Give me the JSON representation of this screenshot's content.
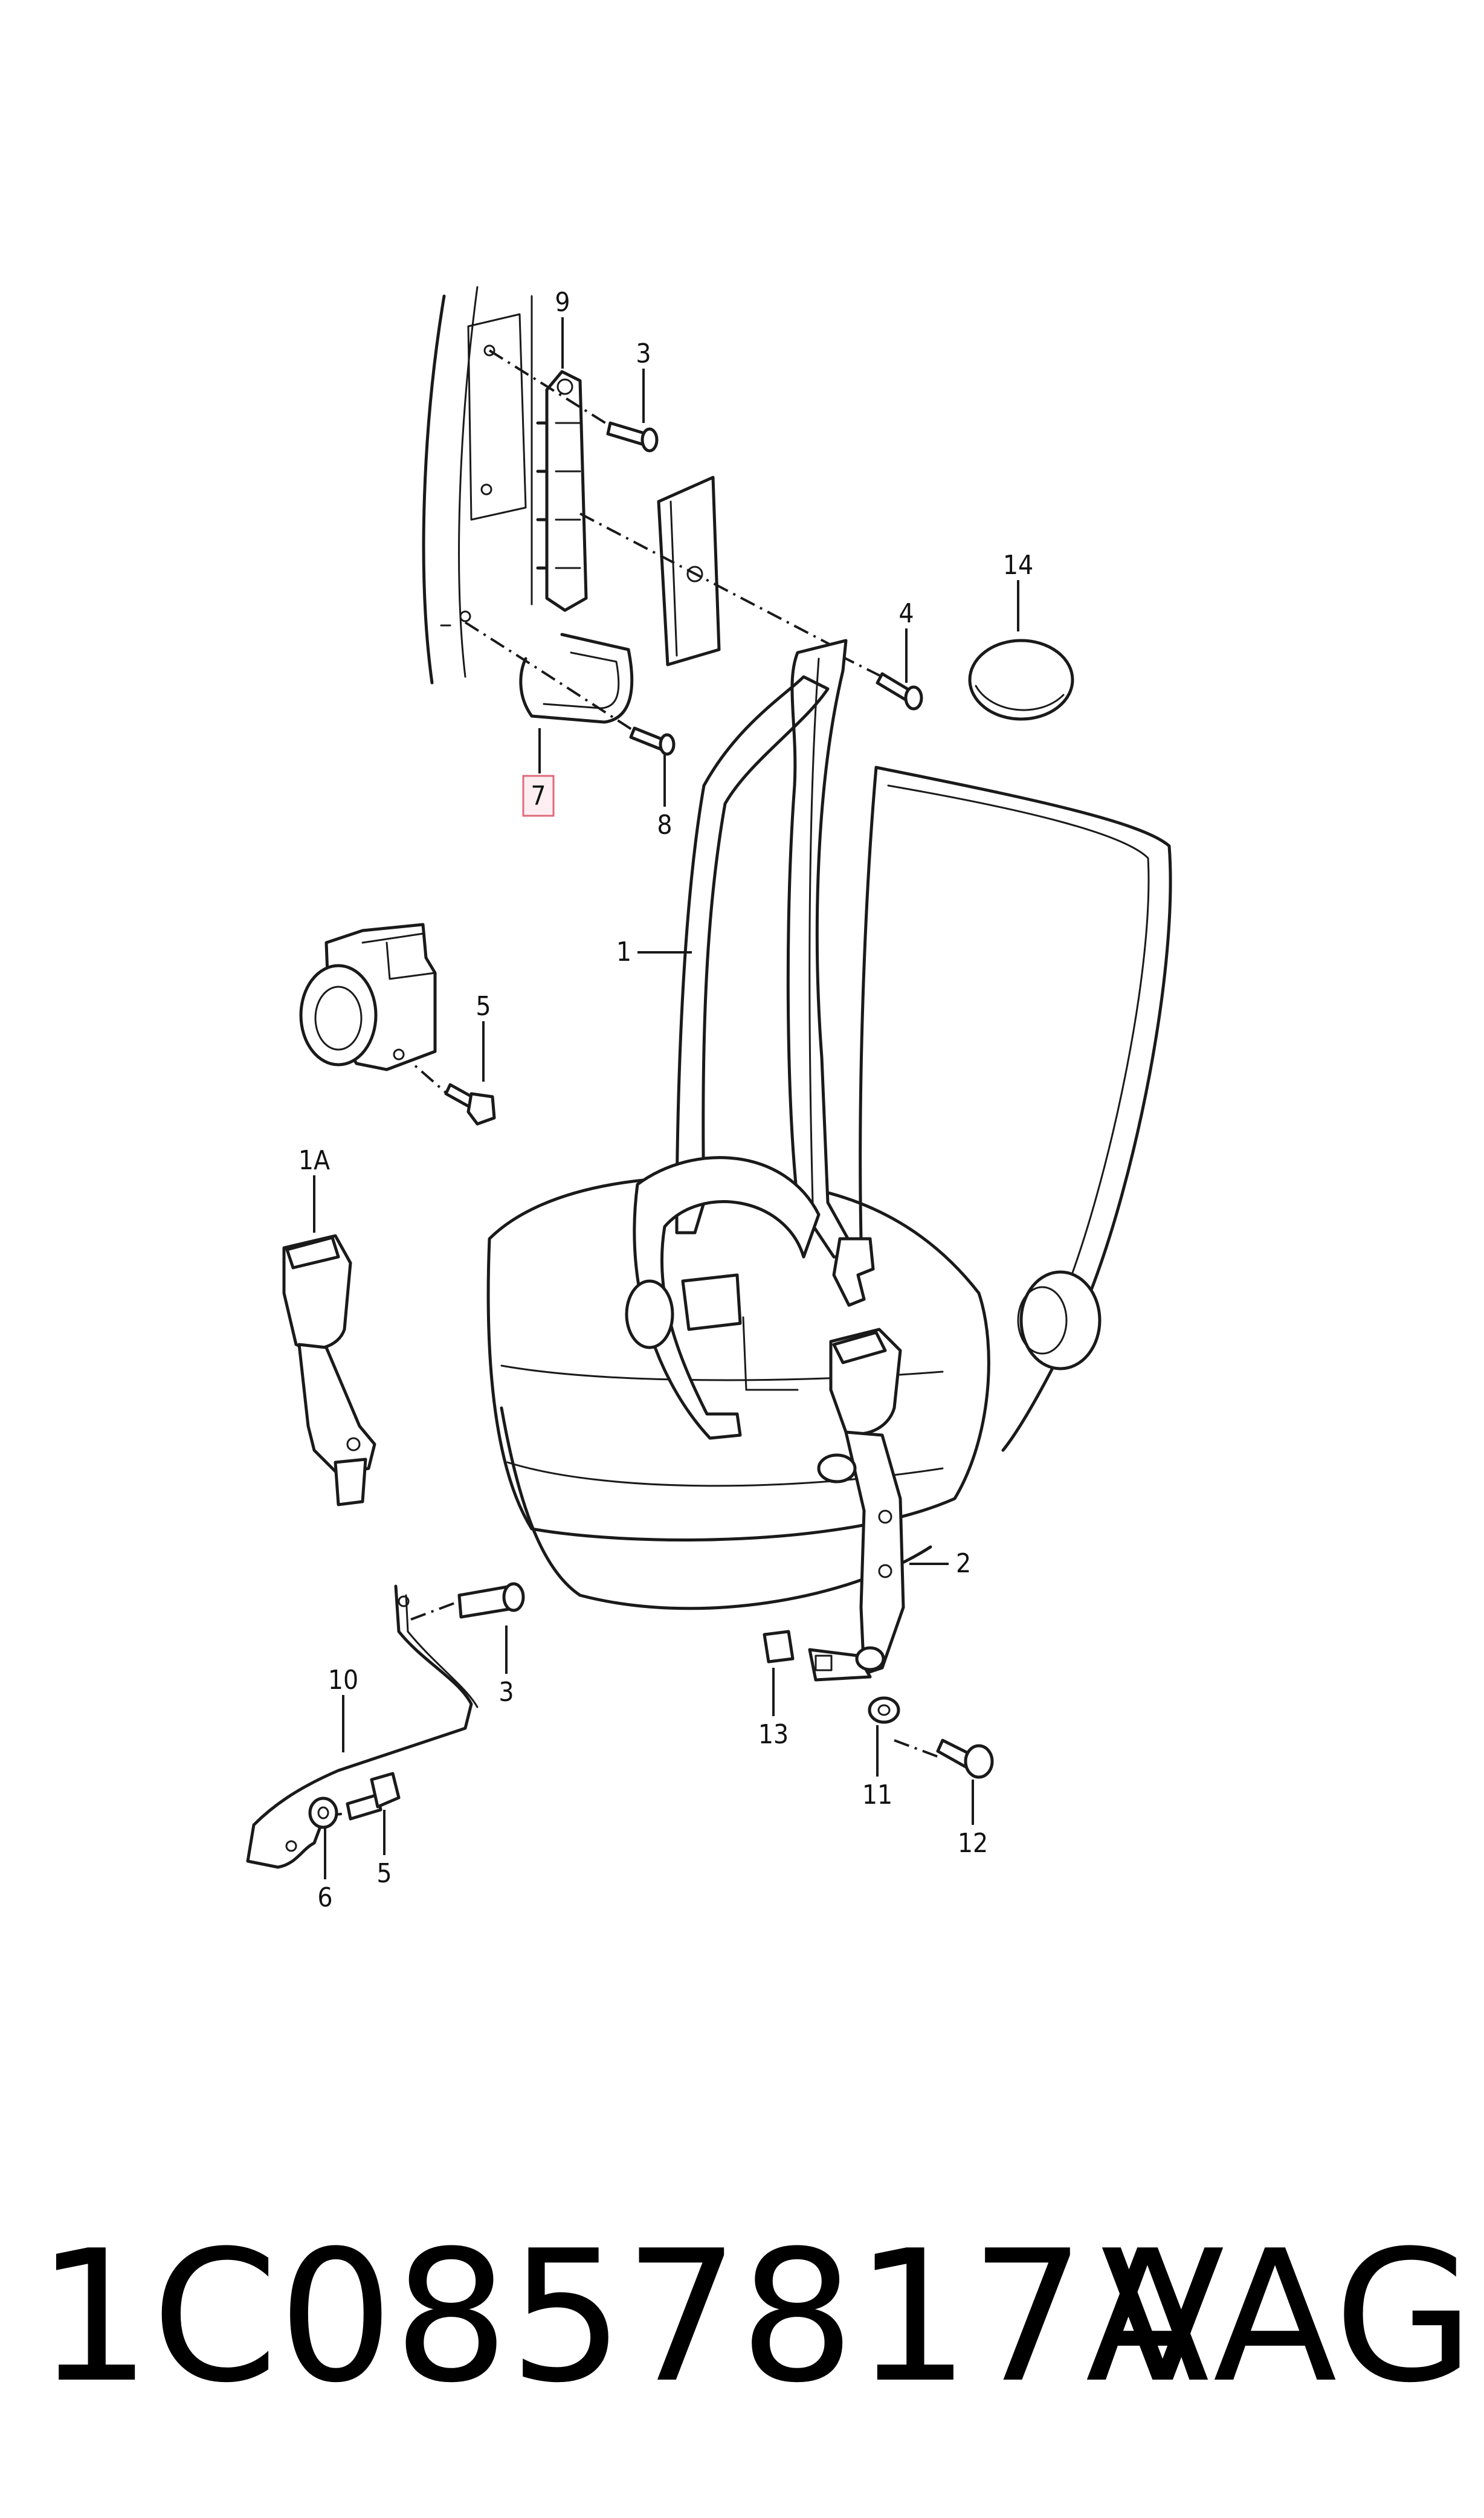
{
  "diagram": {
    "callouts": {
      "c1": "1",
      "c1a": "1A",
      "c2": "2",
      "c3a": "3",
      "c3b": "3",
      "c4": "4",
      "c5a": "5",
      "c5b": "5",
      "c6": "6",
      "c7": "7",
      "c8": "8",
      "c9": "9",
      "c10": "10",
      "c11": "11",
      "c12": "12",
      "c13": "13",
      "c14": "14"
    },
    "highlighted_callout": "7",
    "highlight_color": "#e06a7a"
  },
  "footer": {
    "part_number": "1C0857817A",
    "brand": "VAG"
  }
}
